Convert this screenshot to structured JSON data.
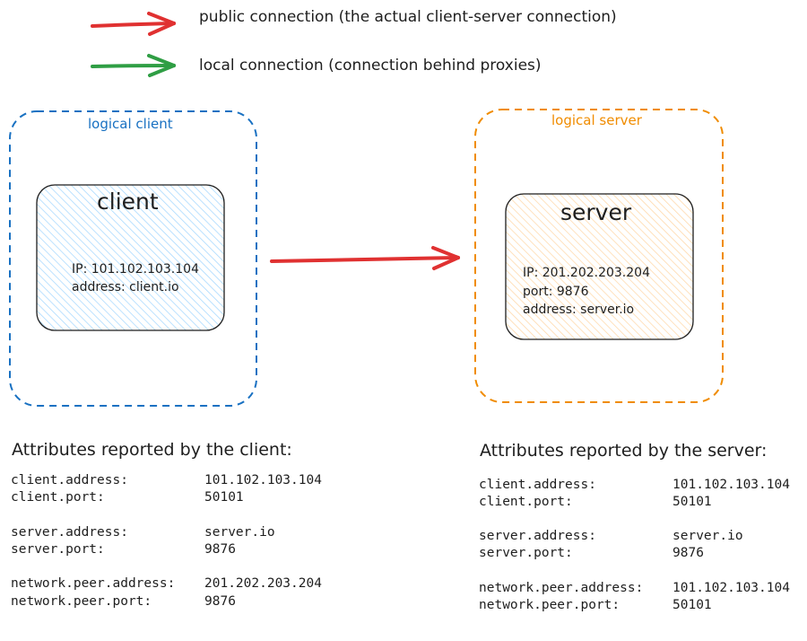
{
  "legend": {
    "public": {
      "label": "public connection (the actual client-server connection)",
      "color": "#e03131"
    },
    "local": {
      "label": "local connection (connection behind proxies)",
      "color": "#2f9e44"
    }
  },
  "logical_client": {
    "label": "logical client",
    "color": "#1971c2",
    "node": {
      "title": "client",
      "lines": [
        "IP: 101.102.103.104",
        "address: client.io"
      ],
      "fill": "#a5d8ff"
    }
  },
  "logical_server": {
    "label": "logical server",
    "color": "#f08c00",
    "node": {
      "title": "server",
      "lines": [
        "IP: 201.202.203.204",
        "port: 9876",
        "address: server.io"
      ],
      "fill": "#ffd8a8"
    }
  },
  "client_attributes": {
    "heading": "Attributes reported by the client:",
    "rows": [
      {
        "key": "client.address:",
        "value": "101.102.103.104"
      },
      {
        "key": "client.port:",
        "value": "50101"
      },
      {
        "key": "server.address:",
        "value": "server.io"
      },
      {
        "key": "server.port:",
        "value": "9876"
      },
      {
        "key": "network.peer.address:",
        "value": "201.202.203.204"
      },
      {
        "key": "network.peer.port:",
        "value": "9876"
      }
    ]
  },
  "server_attributes": {
    "heading": "Attributes reported by the server:",
    "rows": [
      {
        "key": "client.address:",
        "value": "101.102.103.104"
      },
      {
        "key": "client.port:",
        "value": "50101"
      },
      {
        "key": "server.address:",
        "value": "server.io"
      },
      {
        "key": "server.port:",
        "value": "9876"
      },
      {
        "key": "network.peer.address:",
        "value": "101.102.103.104"
      },
      {
        "key": "network.peer.port:",
        "value": "50101"
      }
    ]
  }
}
